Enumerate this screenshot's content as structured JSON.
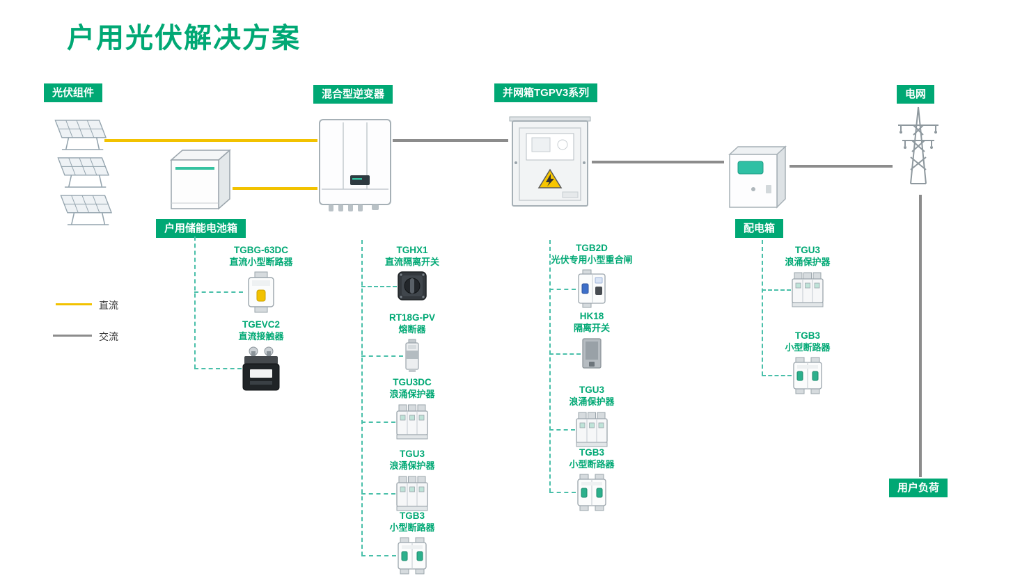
{
  "title": "户用光伏解决方案",
  "colors": {
    "brand_green": "#00A874",
    "dc_yellow": "#F2C200",
    "ac_gray": "#8C8C8C",
    "dash_teal": "#49BFA9"
  },
  "legend": {
    "dc_label": "直流",
    "ac_label": "交流"
  },
  "nodes": {
    "pv_modules": {
      "label": "光伏组件"
    },
    "hybrid_inverter": {
      "label": "混合型逆变器"
    },
    "grid_box": {
      "label": "并网箱TGPV3系列"
    },
    "power_grid": {
      "label": "电网"
    },
    "battery_box": {
      "label": "户用储能电池箱"
    },
    "distribution_box": {
      "label": "配电箱"
    },
    "user_load": {
      "label": "用户负荷"
    }
  },
  "battery_items": [
    {
      "model": "TGBG-63DC",
      "desc": "直流小型断路器",
      "icon": "mcb-1p"
    },
    {
      "model": "TGEVC2",
      "desc": "直流接触器",
      "icon": "dc-contactor"
    }
  ],
  "inverter_items": [
    {
      "model": "TGHX1",
      "desc": "直流隔离开关",
      "icon": "dc-isolator"
    },
    {
      "model": "RT18G-PV",
      "desc": "熔断器",
      "icon": "fuse"
    },
    {
      "model": "TGU3DC",
      "desc": "浪涌保护器",
      "icon": "surge-protector"
    },
    {
      "model": "TGU3",
      "desc": "浪涌保护器",
      "icon": "surge-protector"
    },
    {
      "model": "TGB3",
      "desc": "小型断路器",
      "icon": "mcb-2p"
    }
  ],
  "gridbox_items": [
    {
      "model": "TGB2D",
      "desc": "光伏专用小型重合闸",
      "icon": "recloser"
    },
    {
      "model": "HK18",
      "desc": "隔离开关",
      "icon": "knife-switch"
    },
    {
      "model": "TGU3",
      "desc": "浪涌保护器",
      "icon": "surge-protector"
    },
    {
      "model": "TGB3",
      "desc": "小型断路器",
      "icon": "mcb-2p"
    }
  ],
  "distbox_items": [
    {
      "model": "TGU3",
      "desc": "浪涌保护器",
      "icon": "surge-protector"
    },
    {
      "model": "TGB3",
      "desc": "小型断路器",
      "icon": "mcb-2p"
    }
  ]
}
